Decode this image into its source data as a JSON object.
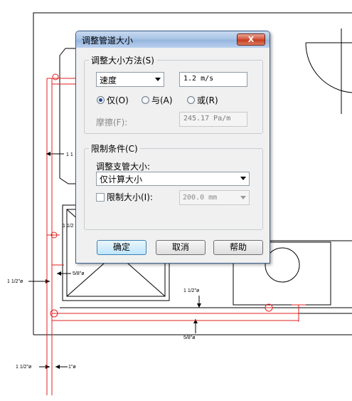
{
  "dialog": {
    "title": "调整管道大小",
    "close_label": "X",
    "method_group": {
      "legend": "调整大小方法(S)",
      "method_select": "速度",
      "method_value": "1.2 m/s",
      "radio_only": "仅(O)",
      "radio_and": "与(A)",
      "radio_or": "或(R)",
      "friction_label": "摩擦(F):",
      "friction_value": "245.17 Pa/m"
    },
    "constraint_group": {
      "legend": "限制条件(C)",
      "branch_label": "调整支管大小:",
      "branch_select": "仅计算大小",
      "limit_label": "限制大小(I):",
      "limit_value": "200.0 mm"
    },
    "buttons": {
      "ok": "确定",
      "cancel": "取消",
      "help": "帮助"
    }
  },
  "cad_labels": {
    "left_top": "1 1",
    "left_mid": "1 1/2",
    "left_a": "1 1/2\"ø",
    "left_b": "5/8\"ø",
    "right_a": "1 1/2\"ø",
    "bottom_a": "5/8\"ø",
    "bottom_left_a": "1 1/2\"ø",
    "bottom_left_b": "1\"ø"
  },
  "colors": {
    "pipe_red": "#e02020",
    "title_blue": "#a9c4e6",
    "accent": "#1f4d8f"
  }
}
